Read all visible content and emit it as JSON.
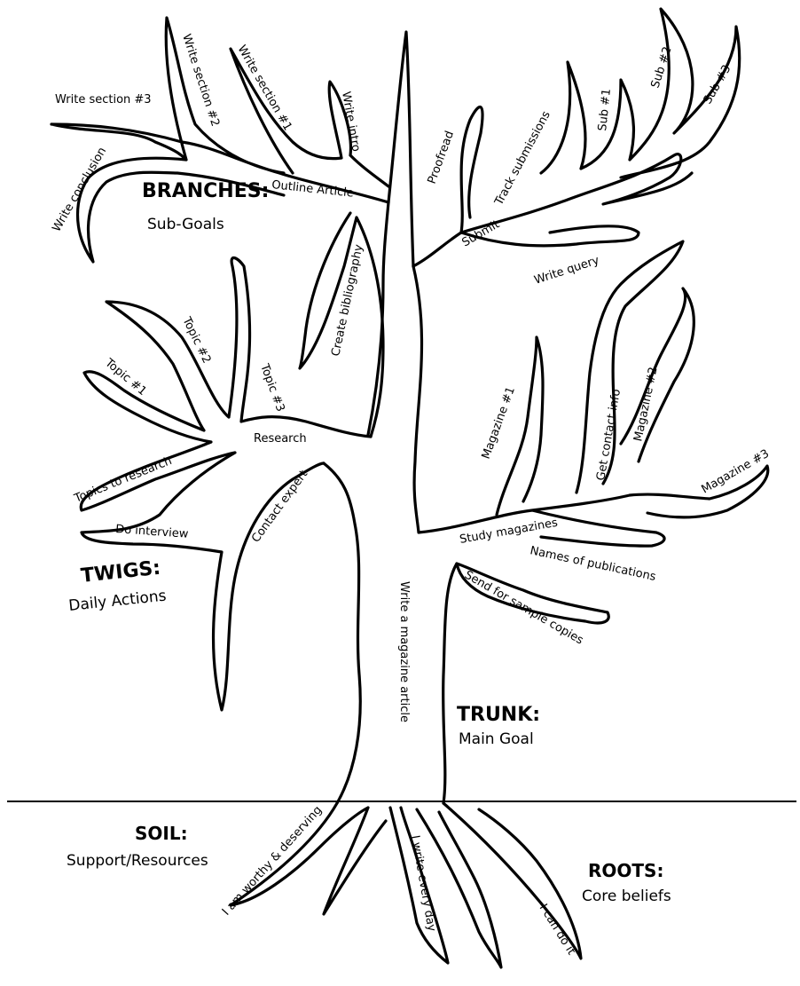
{
  "legend": {
    "branches": {
      "title": "BRANCHES:",
      "subtitle": "Sub-Goals"
    },
    "twigs": {
      "title": "TWIGS:",
      "subtitle": "Daily Actions"
    },
    "trunk": {
      "title": "TRUNK:",
      "subtitle": "Main Goal"
    },
    "soil": {
      "title": "SOIL:",
      "subtitle": "Support/Resources"
    },
    "roots": {
      "title": "ROOTS:",
      "subtitle": "Core beliefs"
    }
  },
  "trunk_label": "Write a magazine article",
  "branches": {
    "outline": {
      "label": "Outline Article",
      "twigs": [
        "Write section #3",
        "Write conclusion",
        "Write section #2",
        "Write section #1",
        "Write intro",
        "Create bibliography"
      ]
    },
    "submit": {
      "label": "Submit",
      "twigs": [
        "Proofread",
        "Track submissions",
        "Sub #1",
        "Sub #2",
        "Sub #3",
        "Write query"
      ]
    },
    "research": {
      "label": "Research",
      "twigs": [
        "Topic #1",
        "Topic #2",
        "Topic #3",
        "Topics to research",
        "Do interview",
        "Contact expert"
      ]
    },
    "study": {
      "label": "Study magazines",
      "twigs": [
        "Magazine #1",
        "Get contact info",
        "Magazine #2",
        "Magazine #3",
        "Names of publications",
        "Send for sample copies"
      ]
    }
  },
  "roots": [
    "I am worthy & deserving",
    "I write every day",
    "I can do it"
  ]
}
